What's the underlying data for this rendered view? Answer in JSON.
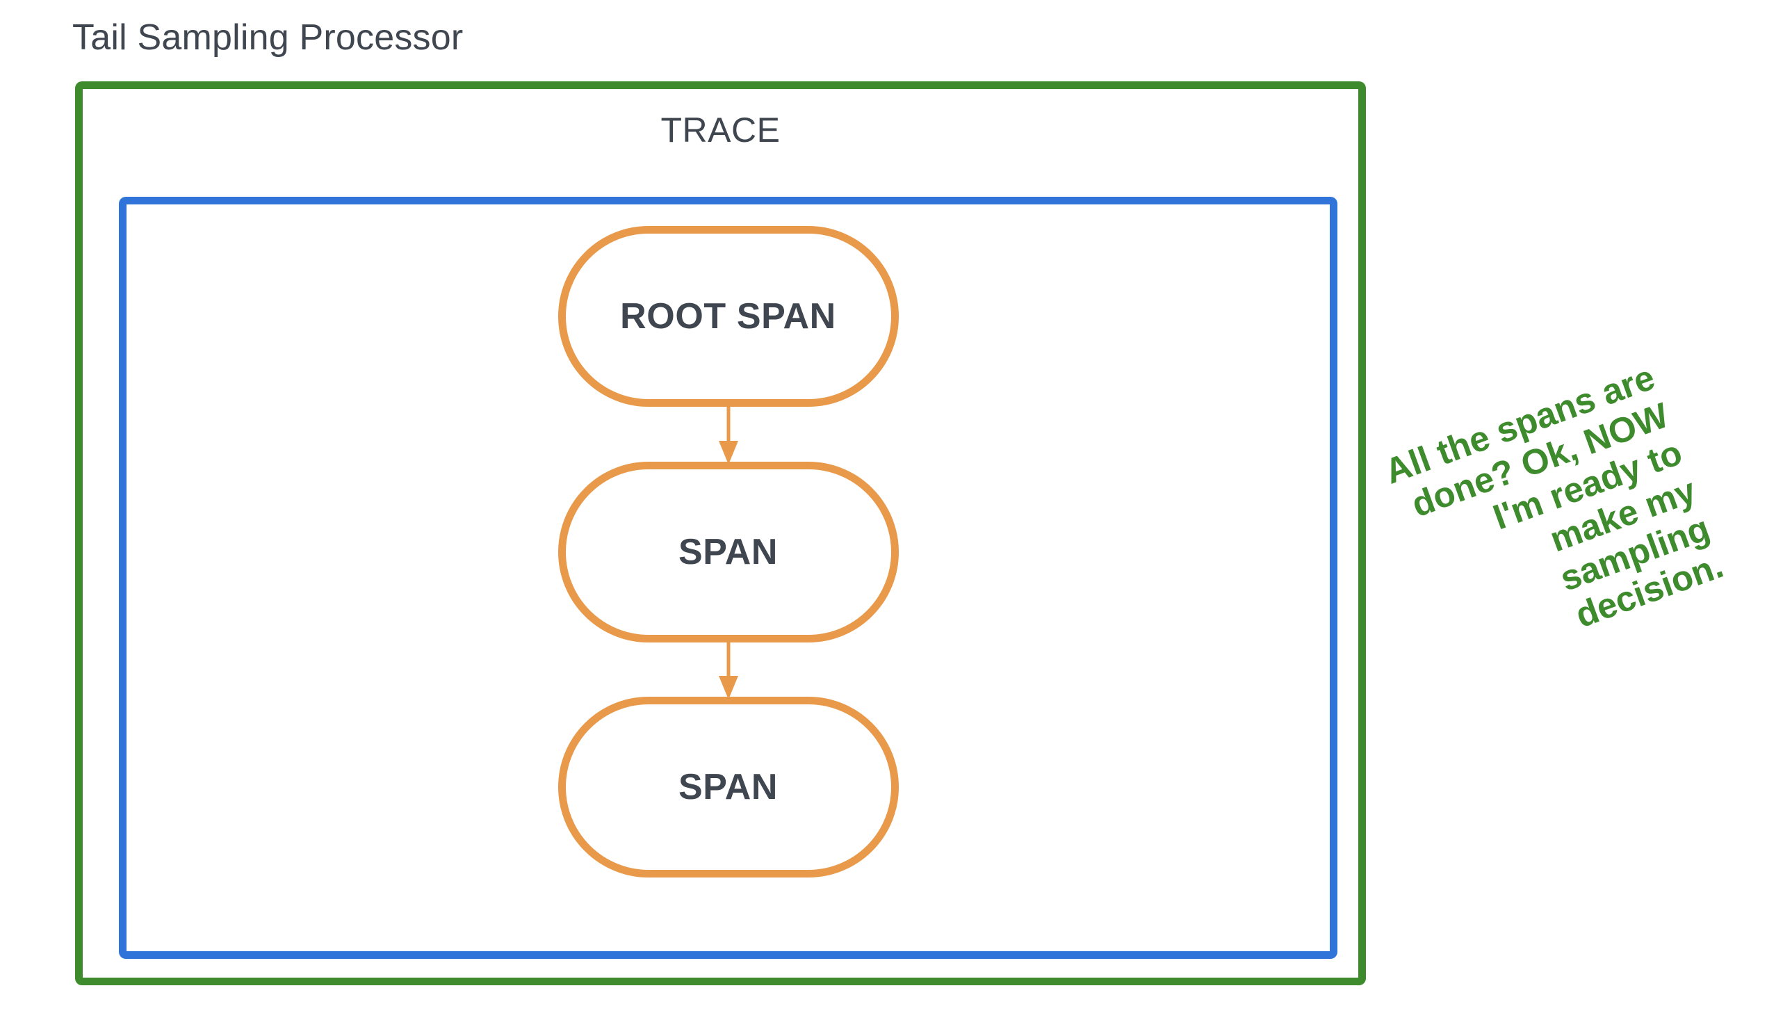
{
  "processor": {
    "title": "Tail Sampling Processor",
    "border_color": "#3d8b2c"
  },
  "trace": {
    "label": "TRACE",
    "border_color": "#3074d9"
  },
  "spans": {
    "border_color": "#e8994a",
    "text_color": "#3f464f",
    "nodes": [
      {
        "label": "ROOT SPAN"
      },
      {
        "label": "SPAN"
      },
      {
        "label": "SPAN"
      }
    ],
    "connectors": [
      {
        "from": "ROOT SPAN",
        "to": "SPAN",
        "direction": "down"
      },
      {
        "from": "SPAN",
        "to": "SPAN",
        "direction": "down"
      }
    ]
  },
  "annotation": {
    "text": "All the spans are done? Ok, NOW I'm ready to make my sampling decision.",
    "color": "#3d8b2c",
    "rotation_deg": -20
  }
}
